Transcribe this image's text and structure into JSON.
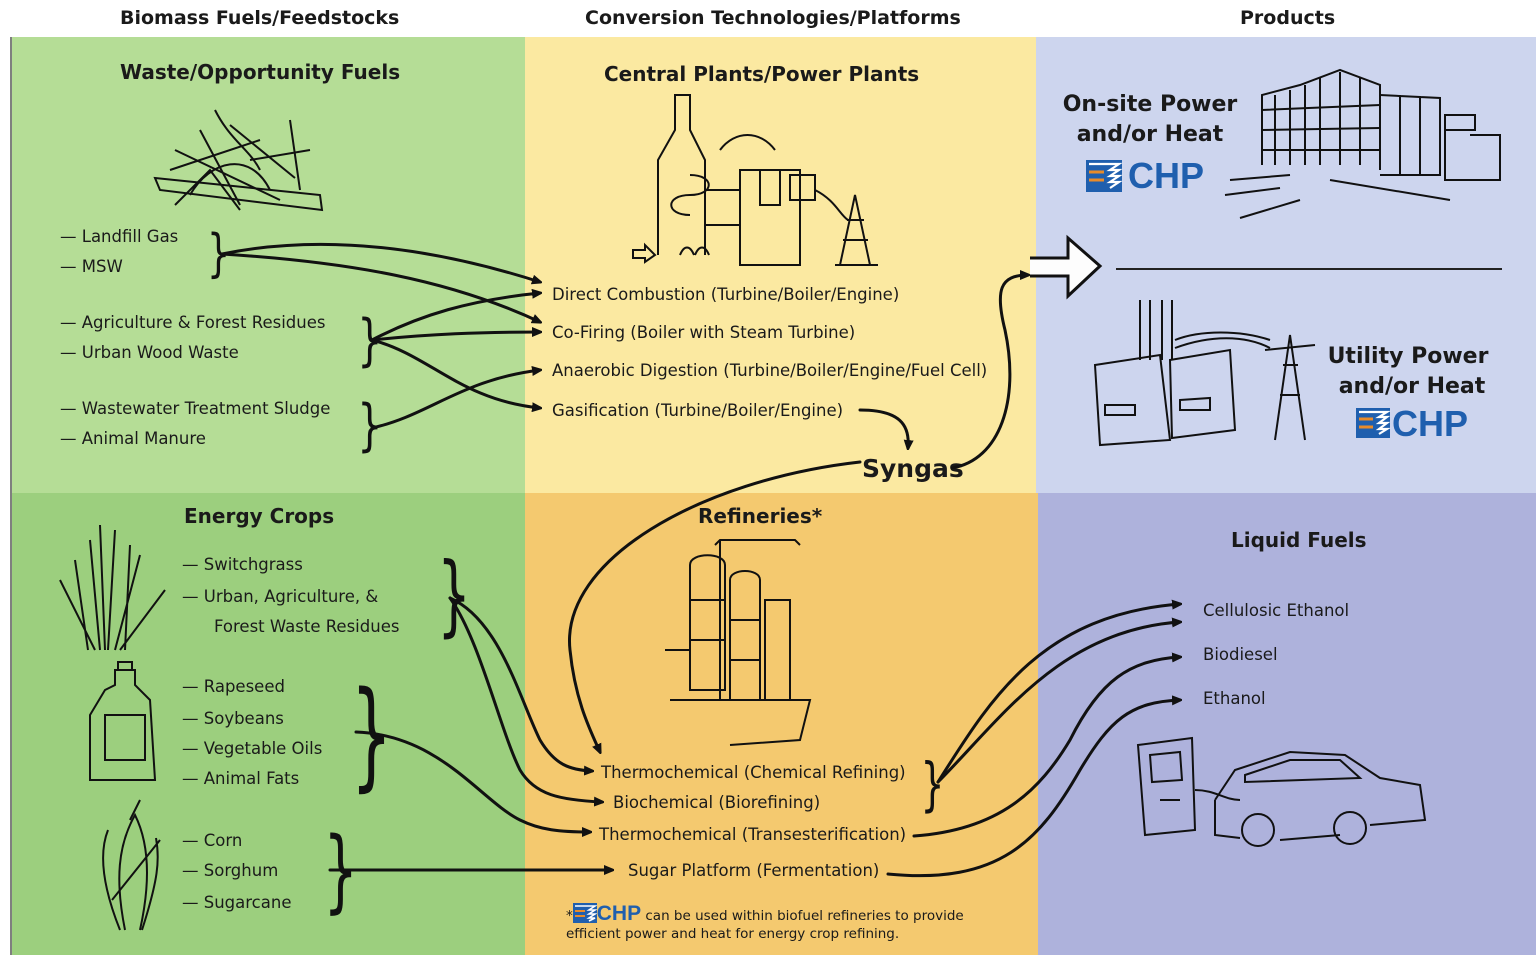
{
  "headers": {
    "feedstocks": "Biomass Fuels/Feedstocks",
    "conversion": "Conversion Technologies/Platforms",
    "products": "Products"
  },
  "waste": {
    "title": "Waste/Opportunity Fuels",
    "group1": [
      "— Landfill Gas",
      "— MSW"
    ],
    "group2": [
      "— Agriculture & Forest Residues",
      "— Urban Wood Waste"
    ],
    "group3": [
      "— Wastewater Treatment Sludge",
      "— Animal Manure"
    ]
  },
  "energy_crops": {
    "title": "Energy Crops",
    "group1": [
      "— Switchgrass",
      "— Urban, Agriculture, &",
      "Forest Waste Residues"
    ],
    "group2": [
      "— Rapeseed",
      "— Soybeans",
      "— Vegetable Oils",
      "— Animal Fats"
    ],
    "group3": [
      "— Corn",
      "— Sorghum",
      "— Sugarcane"
    ]
  },
  "central_plants": {
    "title": "Central Plants/Power Plants",
    "technologies": [
      "Direct Combustion (Turbine/Boiler/Engine)",
      "Co-Firing (Boiler with Steam Turbine)",
      "Anaerobic Digestion (Turbine/Boiler/Engine/Fuel Cell)",
      "Gasification (Turbine/Boiler/Engine)"
    ],
    "syngas": "Syngas"
  },
  "refineries": {
    "title": "Refineries*",
    "technologies": [
      "Thermochemical (Chemical Refining)",
      "Biochemical (Biorefining)",
      "Thermochemical (Transesterification)",
      "Sugar Platform (Fermentation)"
    ],
    "note_star": "*",
    "note_chp": "CHP",
    "note_line1": " can be used within biofuel refineries to provide",
    "note_line2": "efficient power and heat for energy crop refining."
  },
  "products": {
    "onsite_line1": "On-site Power",
    "onsite_line2": "and/or Heat",
    "utility_line1": "Utility Power",
    "utility_line2": "and/or Heat",
    "chp_label": "CHP",
    "liquid_title": "Liquid Fuels",
    "liquid_items": [
      "Cellulosic Ethanol",
      "Biodiesel",
      "Ethanol"
    ]
  },
  "colors": {
    "waste_bg": "#b5dd96",
    "crops_bg": "#9ccf7e",
    "central_bg": "#fbe9a1",
    "refinery_bg": "#f4c96f",
    "products_top_bg": "#cdd5ee",
    "products_bottom_bg": "#aeb2dc",
    "chp_blue": "#1f5fae",
    "chp_orange": "#e88b2a"
  }
}
